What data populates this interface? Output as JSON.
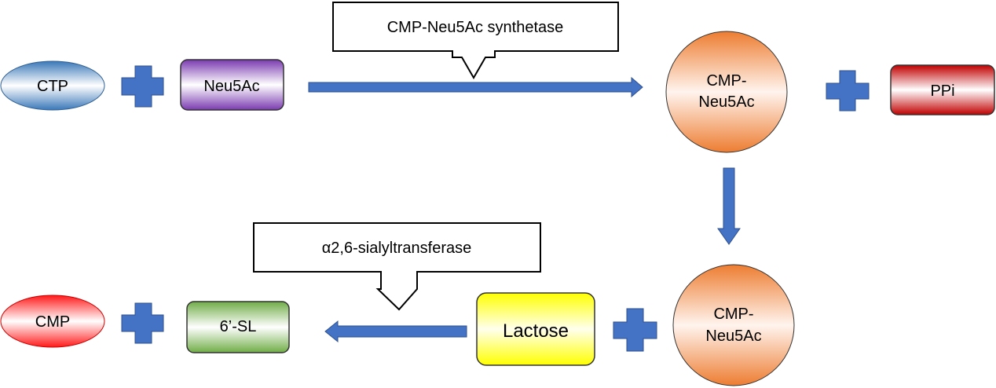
{
  "row1": {
    "ctp": {
      "label": "CTP"
    },
    "neu5ac": {
      "label": "Neu5Ac"
    },
    "enzyme": {
      "label": "CMP-Neu5Ac synthetase"
    },
    "product": {
      "line1": "CMP-",
      "line2": "Neu5Ac"
    },
    "ppi": {
      "label": "PPi"
    }
  },
  "row2": {
    "cmp_neu5ac": {
      "line1": "CMP-",
      "line2": "Neu5Ac"
    },
    "lactose": {
      "label": "Lactose"
    },
    "enzyme": {
      "label": "α2,6-sialyltransferase"
    },
    "sl": {
      "label": "6’-SL"
    },
    "cmp": {
      "label": "CMP"
    }
  },
  "colors": {
    "arrow": "#4472c4",
    "arrow_stroke": "#2f528f",
    "ctp": "#3a78b8",
    "neu5ac": "#7030a0",
    "orange": "#ed7d31",
    "ppi": "#c00000",
    "lactose": "#ffff00",
    "sl": "#70ad47",
    "cmp": "#ff0000"
  }
}
